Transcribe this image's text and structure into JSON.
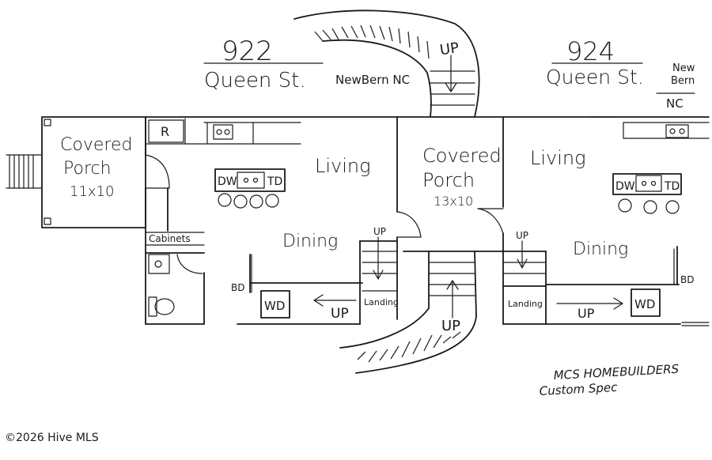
{
  "left_unit": {
    "number": "922",
    "street": "Queen St.",
    "city": "NewBern NC",
    "covered_porch": {
      "line1": "Covered",
      "line2": "Porch",
      "size": "11x10"
    },
    "refrigerator": "R",
    "living": "Living",
    "dishwasher": "DW",
    "trash": "TD",
    "dining": "Dining",
    "cabinets": "Cabinets",
    "bedroom": "BD",
    "washer_dryer": "WD",
    "landing": "Landing",
    "stair_up": "UP",
    "stair_arrow_label": "UP"
  },
  "center": {
    "covered_porch": {
      "line1": "Covered",
      "line2": "Porch",
      "size": "13x10"
    },
    "top_stairs": "UP",
    "bottom_stairs": "UP"
  },
  "right_unit": {
    "number": "924",
    "street": "Queen St.",
    "city_line1": "New",
    "city_line2": "Bern",
    "city_line3": "NC",
    "living": "Living",
    "dishwasher": "DW",
    "trash": "TD",
    "dining": "Dining",
    "bedroom": "BD",
    "washer_dryer": "WD",
    "landing": "Landing",
    "stair_up": "UP",
    "stair_arrow_label": "UP"
  },
  "builder": {
    "line1": "MCS HOMEBUILDERS",
    "line2": "Custom Spec"
  },
  "watermark": "©2026 Hive MLS"
}
